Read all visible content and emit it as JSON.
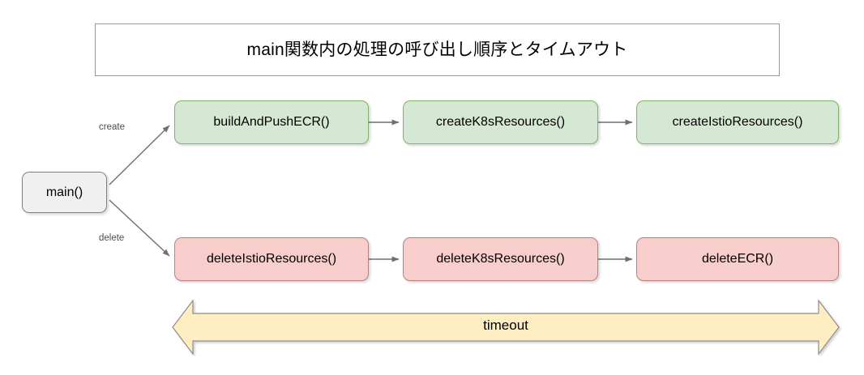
{
  "diagram": {
    "title": "main関数内の処理の呼び出し順序とタイムアウト",
    "background_color": "#ffffff",
    "start_node": {
      "label": "main()",
      "fill": "#f0f0f0",
      "stroke": "#808080"
    },
    "branches": [
      {
        "edge_label": "create",
        "fill": "#d5e8d4",
        "stroke": "#82b366",
        "steps": [
          "buildAndPushECR()",
          "createK8sResources()",
          "createIstioResources()"
        ]
      },
      {
        "edge_label": "delete",
        "fill": "#f8cecc",
        "stroke": "#b38480",
        "steps": [
          "deleteIstioResources()",
          "deleteK8sResources()",
          "deleteECR()"
        ]
      }
    ],
    "timeout_arrow": {
      "label": "timeout",
      "fill": "#ffeec2",
      "stroke": "#8c8c8c",
      "direction": "double"
    },
    "edge_stroke": "#6f6f6f",
    "edge_label_color": "#4d4d4d"
  }
}
